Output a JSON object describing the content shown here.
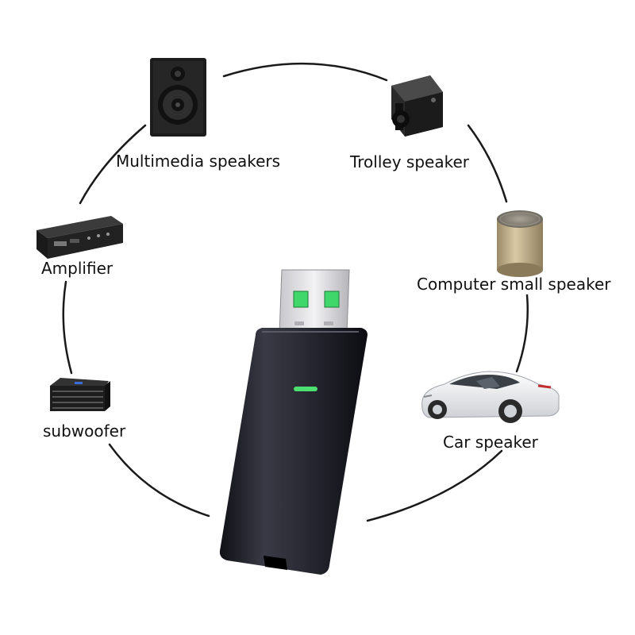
{
  "devices": {
    "multimedia": {
      "label": "Multimedia speakers",
      "icon": "bookshelf-speaker-icon"
    },
    "trolley": {
      "label": "Trolley speaker",
      "icon": "trolley-speaker-icon"
    },
    "amplifier": {
      "label": "Amplifier",
      "icon": "amplifier-icon"
    },
    "computer": {
      "label": "Computer small speaker",
      "icon": "small-speaker-icon"
    },
    "subwoofer": {
      "label": "subwoofer",
      "icon": "subwoofer-icon"
    },
    "car": {
      "label": "Car speaker",
      "icon": "car-icon"
    }
  },
  "center": {
    "icon": "usb-bluetooth-adapter-icon",
    "led_color": "#4be070",
    "body_color": "#252530"
  }
}
